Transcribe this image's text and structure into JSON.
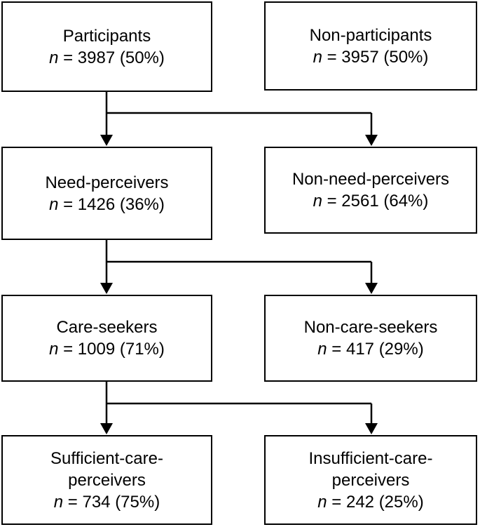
{
  "boxes": {
    "participants": {
      "title_lines": [
        "Participants"
      ],
      "n_label": "n",
      "stat": " = 3987 (50%)"
    },
    "non_participants": {
      "title_lines": [
        "Non-participants"
      ],
      "n_label": "n",
      "stat": " = 3957 (50%)"
    },
    "need_perceivers": {
      "title_lines": [
        "Need-perceivers"
      ],
      "n_label": "n",
      "stat": " = 1426 (36%)"
    },
    "non_need_perceivers": {
      "title_lines": [
        "Non-need-perceivers"
      ],
      "n_label": "n",
      "stat": " = 2561 (64%)"
    },
    "care_seekers": {
      "title_lines": [
        "Care-seekers"
      ],
      "n_label": "n",
      "stat": " = 1009 (71%)"
    },
    "non_care_seekers": {
      "title_lines": [
        "Non-care-seekers"
      ],
      "n_label": "n",
      "stat": " = 417 (29%)"
    },
    "sufficient_care_perceivers": {
      "title_lines": [
        "Sufficient-care-",
        "perceivers"
      ],
      "n_label": "n",
      "stat": " = 734 (75%)"
    },
    "insufficient_care_perceivers": {
      "title_lines": [
        "Insufficient-care-",
        "perceivers"
      ],
      "n_label": "n",
      "stat": " = 242 (25%)"
    }
  }
}
